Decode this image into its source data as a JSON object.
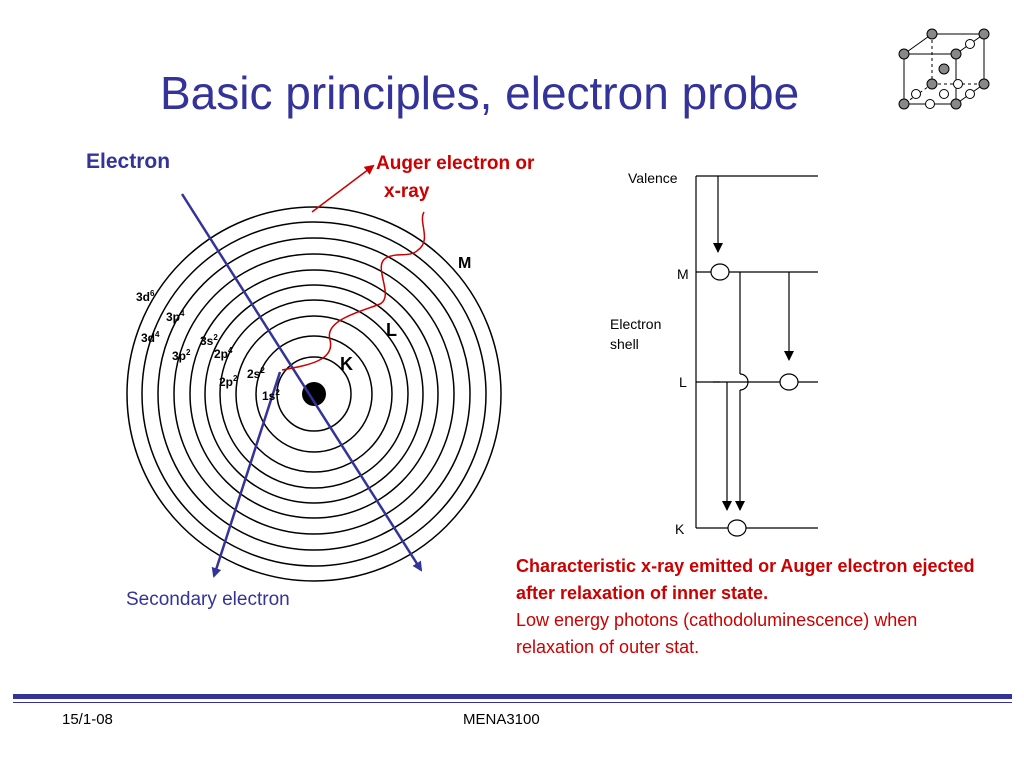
{
  "title": "Basic principles, electron probe",
  "atom": {
    "incident_label": "Electron",
    "auger_line1": "Auger electron or",
    "auger_line2": "x-ray",
    "shells": {
      "m": "M",
      "l": "L",
      "k": "K"
    },
    "orbitals": {
      "o3d6": {
        "base": "3d",
        "sup": "6"
      },
      "o3p4a": {
        "base": "3p",
        "sup": "4"
      },
      "o3d4": {
        "base": "3d",
        "sup": "4"
      },
      "o3s2": {
        "base": "3s",
        "sup": "2"
      },
      "o2p4": {
        "base": "2p",
        "sup": "4"
      },
      "o3p2": {
        "base": "3p",
        "sup": "2"
      },
      "o2s2": {
        "base": "2s",
        "sup": "2"
      },
      "o2p2": {
        "base": "2p",
        "sup": "2"
      },
      "o1s2": {
        "base": "1s",
        "sup": "2"
      }
    },
    "secondary_label": "Secondary electron"
  },
  "energy_diagram": {
    "valence": "Valence",
    "m": "M",
    "shell_line1": "Electron",
    "shell_line2": "shell",
    "l": "L",
    "k": "K"
  },
  "description": {
    "bold_text": "Characteristic x-ray emitted or Auger electron ejected after relaxation of inner state.",
    "normal_text": "Low energy photons (cathodoluminescence) when relaxation of outer stat."
  },
  "footer": {
    "date": "15/1-08",
    "course": "MENA3100"
  },
  "colors": {
    "title": "#333399",
    "accent_red": "#cc0000",
    "rule": "#333399"
  }
}
